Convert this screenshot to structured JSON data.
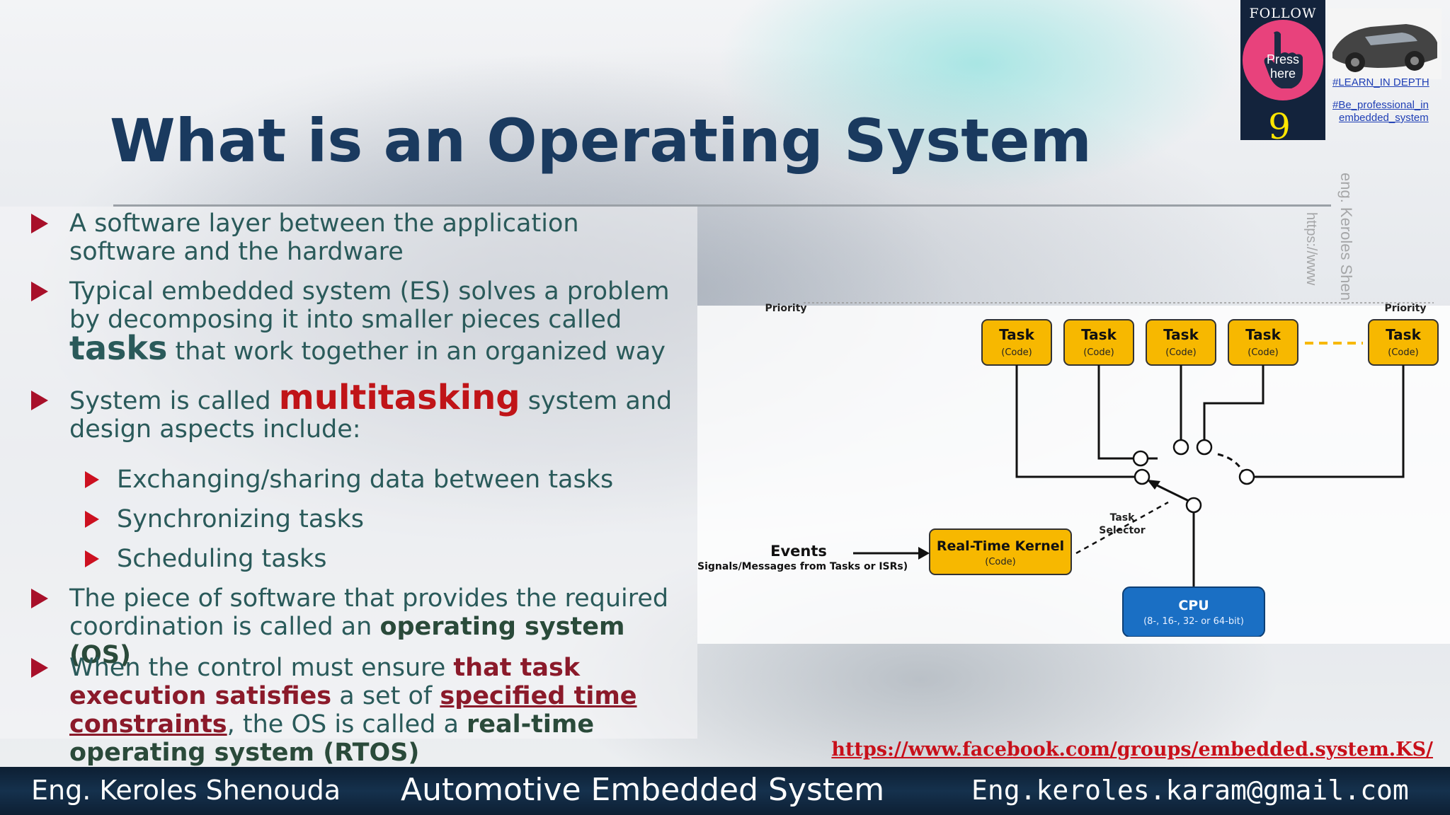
{
  "slide": {
    "title": "What is an Operating System",
    "bullets": {
      "b1": "A software layer between the application software and the hardware",
      "b2_a": "Typical embedded system (ES) solves a problem by decomposing it into smaller pieces called ",
      "b2_tasks": "tasks",
      "b2_c": " that work together in an organized way",
      "b3_a": "System is called ",
      "b3_multi": "multitasking",
      "b3_c": " system and design aspects include:",
      "sub1": "Exchanging/sharing data between tasks",
      "sub2": "Synchronizing tasks",
      "sub3": "Scheduling tasks",
      "b4_a": "The piece of software that provides the required coordination is called an ",
      "b4_os": "operating system (OS)",
      "b5_a": "When the control must ensure ",
      "b5_that": "that task execution satisfies",
      "b5_b": " a set of ",
      "b5_spec": "specified time constraints",
      "b5_c": ", the OS is called a ",
      "b5_rtos": "real-time operating system (RTOS)"
    }
  },
  "diagram": {
    "priority_left": "Priority",
    "priority_right": "Priority",
    "task_label": "Task",
    "task_sub": "(Code)",
    "task_selector_1": "Task",
    "task_selector_2": "Selector",
    "kernel_label": "Real-Time Kernel",
    "kernel_sub": "(Code)",
    "events_label": "Events",
    "events_sub": "Signals/Messages from Tasks or ISRs)",
    "cpu_label": "CPU",
    "cpu_sub": "(8-, 16-, 32- or 64-bit)",
    "colors": {
      "task_fill": "#f7b800",
      "cpu_fill": "#1a6fc4"
    }
  },
  "follow": {
    "label": "FOLLOW US",
    "press": "Press here",
    "count": "9",
    "hashtag1": "#LEARN_IN DEPTH",
    "hashtag2a": "#Be_professional_in",
    "hashtag2b": "embedded_system"
  },
  "watermark": {
    "name": "eng. Keroles Shen",
    "url": "https://www"
  },
  "links": {
    "facebook": "https://www.facebook.com/groups/embedded.system.KS/"
  },
  "footer": {
    "author": "Eng. Keroles Shenouda",
    "course": "Automotive Embedded System",
    "email": "Eng.keroles.karam@gmail.com"
  }
}
